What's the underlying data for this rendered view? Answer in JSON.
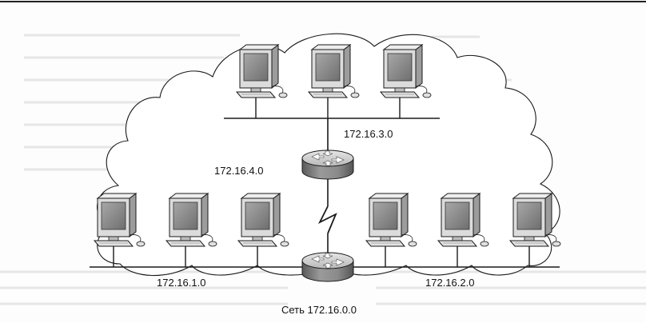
{
  "diagram": {
    "labels": {
      "net_top": "172.16.3.0",
      "net_middle": "172.16.4.0",
      "net_left": "172.16.1.0",
      "net_right": "172.16.2.0",
      "network": "Сеть 172.16.0.0"
    },
    "icons": {
      "workstation": "desktop-computer-icon",
      "router": "router-icon",
      "cloud": "cloud-outline",
      "serial_link": "serial-link-zigzag"
    },
    "colors": {
      "line": "#1a1a1a",
      "monitor_body": "#d8d8d8",
      "screen": "#8a8a8a",
      "router_top": "#cfcfcf",
      "router_side": "#7a7a7a",
      "background_text": "#c8c8c8"
    }
  }
}
